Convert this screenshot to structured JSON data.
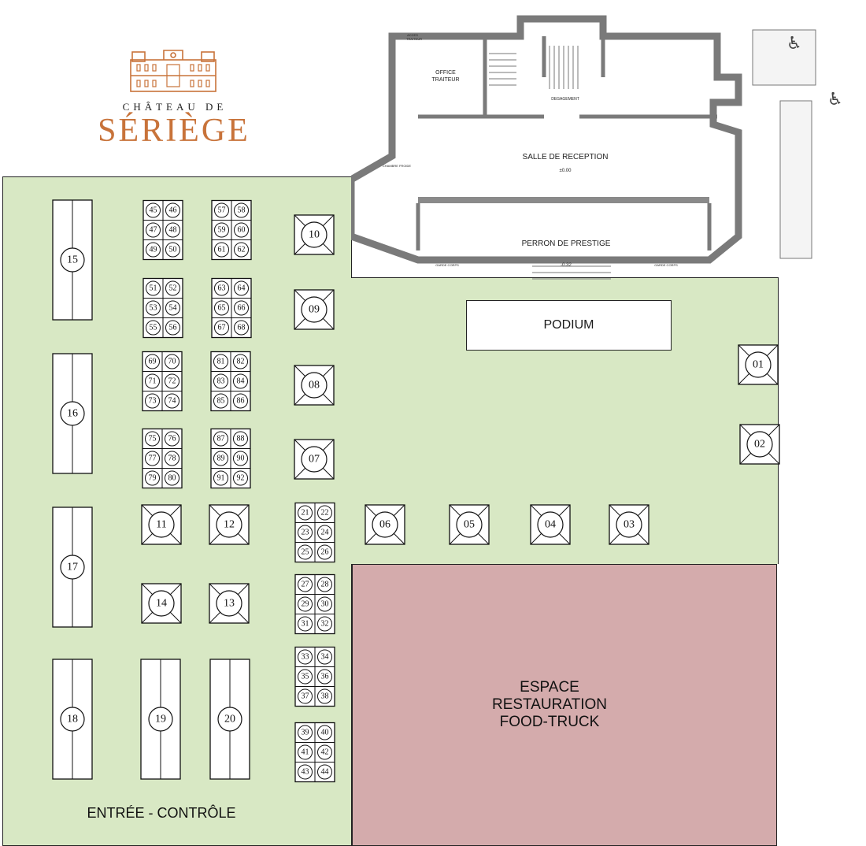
{
  "logo": {
    "subtitle": "CHÂTEAU DE",
    "name": "SÉRIÈGE"
  },
  "zones": {
    "podium": "PODIUM",
    "food": [
      "ESPACE",
      "RESTAURATION",
      "FOOD-TRUCK"
    ],
    "entrance": "ENTRÉE - CONTRÔLE"
  },
  "floor_plan": {
    "salle": "SALLE  DE  RECEPTION",
    "salle_level": "±0.00",
    "perron": "PERRON  DE  PRESTIGE",
    "perron_level": "-0.32",
    "office": [
      "OFFICE",
      "TRAITEUR"
    ],
    "degagement": "DEGAGEMENT",
    "chambre_froide": "CHAMBRE FROIDE",
    "garde_corps": "GARDE CORPS",
    "acces_traiteur": [
      "ACCES",
      "TRAITEUR"
    ]
  },
  "colors": {
    "lawn": "#d8e8c4",
    "food": "#d4abac",
    "brand": "#c8733a"
  },
  "stands_square": [
    "01",
    "02",
    "03",
    "04",
    "05",
    "06",
    "07",
    "08",
    "09",
    "10",
    "11",
    "12",
    "13",
    "14"
  ],
  "stands_long": [
    "15",
    "16",
    "17",
    "18",
    "19",
    "20"
  ],
  "stands_grid": [
    [
      "45",
      "46",
      "47",
      "48",
      "49",
      "50"
    ],
    [
      "57",
      "58",
      "59",
      "60",
      "61",
      "62"
    ],
    [
      "51",
      "52",
      "53",
      "54",
      "55",
      "56"
    ],
    [
      "63",
      "64",
      "65",
      "66",
      "67",
      "68"
    ],
    [
      "69",
      "70",
      "71",
      "72",
      "73",
      "74"
    ],
    [
      "81",
      "82",
      "83",
      "84",
      "85",
      "86"
    ],
    [
      "75",
      "76",
      "77",
      "78",
      "79",
      "80"
    ],
    [
      "87",
      "88",
      "89",
      "90",
      "91",
      "92"
    ],
    [
      "21",
      "22",
      "23",
      "24",
      "25",
      "26"
    ],
    [
      "27",
      "28",
      "29",
      "30",
      "31",
      "32"
    ],
    [
      "33",
      "34",
      "35",
      "36",
      "37",
      "38"
    ],
    [
      "39",
      "40",
      "41",
      "42",
      "43",
      "44"
    ]
  ]
}
